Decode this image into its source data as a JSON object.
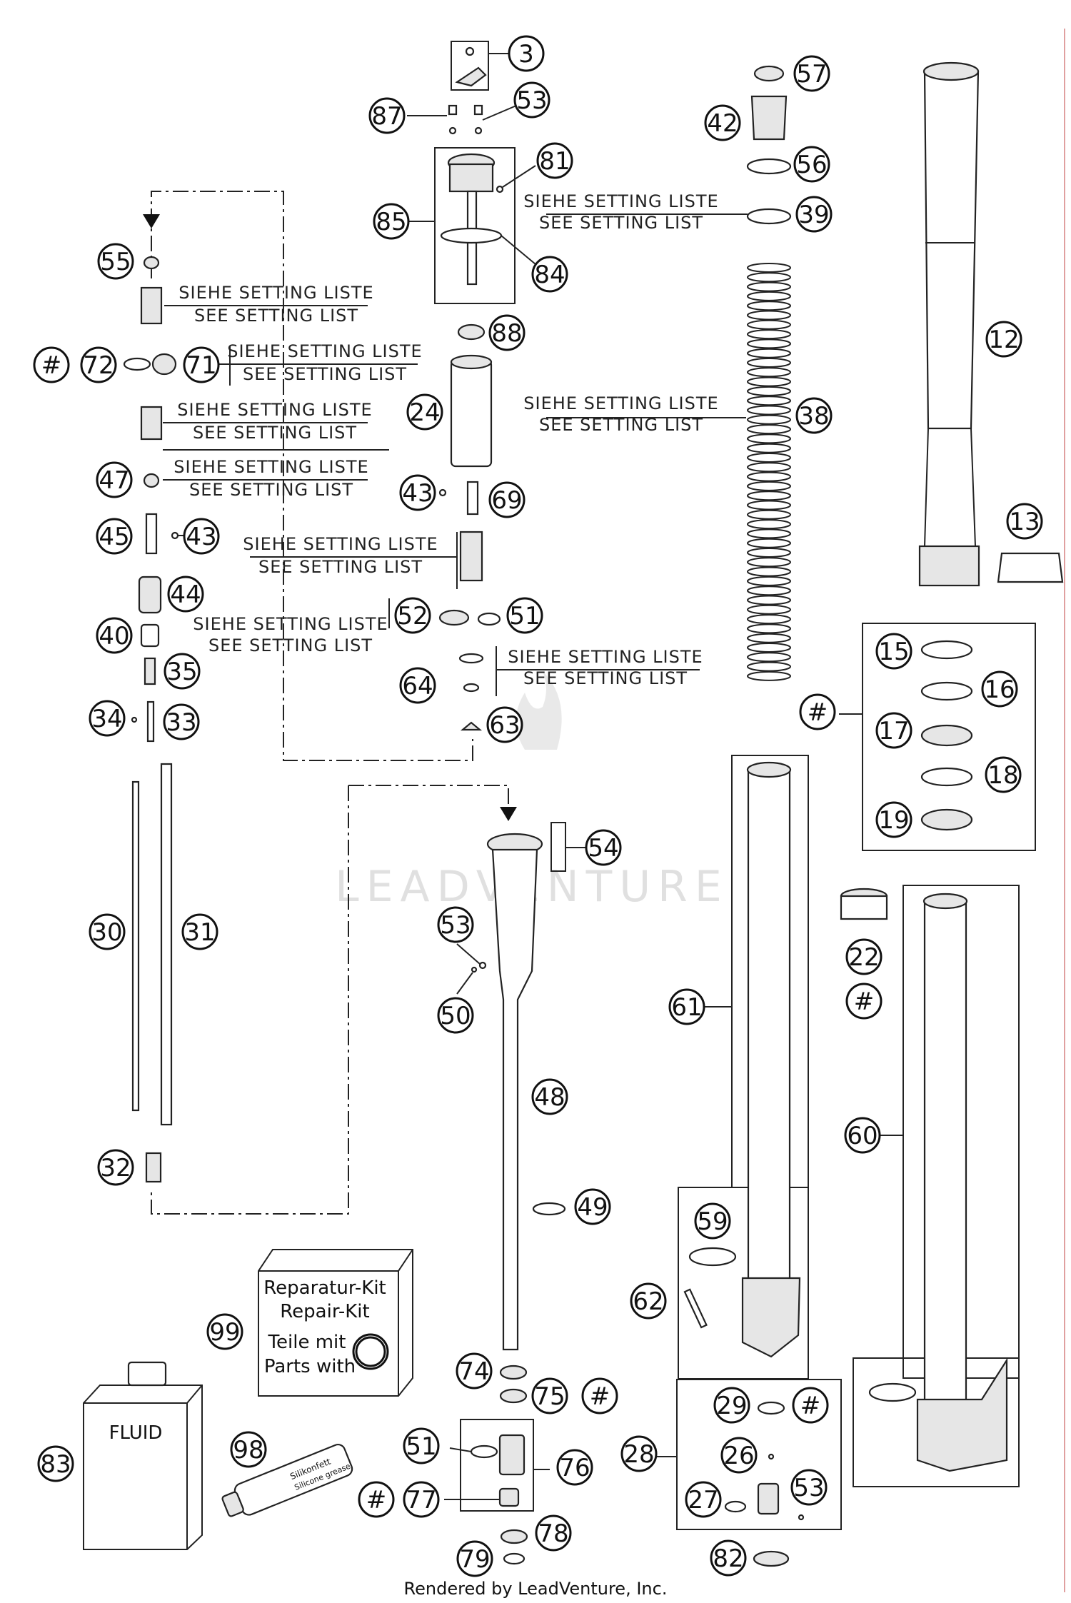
{
  "setting_note": {
    "de": "SIEHE SETTING LISTE",
    "en": "SEE SETTING LIST"
  },
  "callouts": {
    "c3": "3",
    "c87": "87",
    "c53a": "53",
    "c81": "81",
    "c85": "85",
    "c84": "84",
    "c55": "55",
    "c88": "88",
    "c24": "24",
    "chash1": "#",
    "c72": "72",
    "c71": "71",
    "c47": "47",
    "c43a": "43",
    "c69": "69",
    "c45": "45",
    "c43b": "43",
    "c44": "44",
    "c40": "40",
    "c35": "35",
    "c52": "52",
    "c51a": "51",
    "c64": "64",
    "c34": "34",
    "c33": "33",
    "c63": "63",
    "c57": "57",
    "c42": "42",
    "c56": "56",
    "c39": "39",
    "c38": "38",
    "c12": "12",
    "c13": "13",
    "chash2": "#",
    "c15": "15",
    "c16": "16",
    "c17": "17",
    "c18": "18",
    "c19": "19",
    "c54": "54",
    "c30": "30",
    "c31": "31",
    "c53b": "53",
    "c50": "50",
    "c48": "48",
    "c22": "22",
    "chash3": "#",
    "c61": "61",
    "c60": "60",
    "c32": "32",
    "c49": "49",
    "c59": "59",
    "c62": "62",
    "c99": "99",
    "chash4": "#",
    "c74": "74",
    "c75": "75",
    "chash5": "#",
    "c29": "29",
    "chash6": "#",
    "c83": "83",
    "c98": "98",
    "c51b": "51",
    "c76": "76",
    "c28": "28",
    "c26": "26",
    "chash7": "#",
    "c77": "77",
    "c27": "27",
    "c53c": "53",
    "c78": "78",
    "c79": "79",
    "c82": "82"
  },
  "repair_kit": {
    "line1": "Reparatur-Kit",
    "line2": "Repair-Kit",
    "line3": "Teile mit",
    "line4": "Parts with",
    "mark": "#"
  },
  "fluid_label": "FLUID",
  "grease_label": "Silikonfett",
  "grease_sub": "Silicone grease",
  "watermark": "LEADVENTURE",
  "footer": "Rendered by LeadVenture, Inc."
}
